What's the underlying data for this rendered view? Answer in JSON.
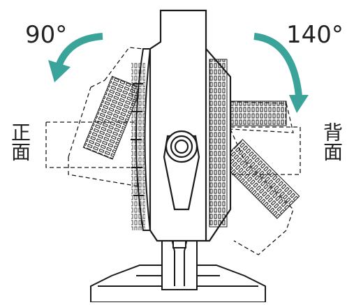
{
  "labels": {
    "left_angle": "90°",
    "right_angle": "140°",
    "front": "正面",
    "back": "背面"
  },
  "colors": {
    "arrow": "#3aa39a",
    "line": "#1a1a1a"
  },
  "icons": {
    "left_arrow": "curved-arrow-counterclockwise",
    "right_arrow": "curved-arrow-clockwise"
  }
}
